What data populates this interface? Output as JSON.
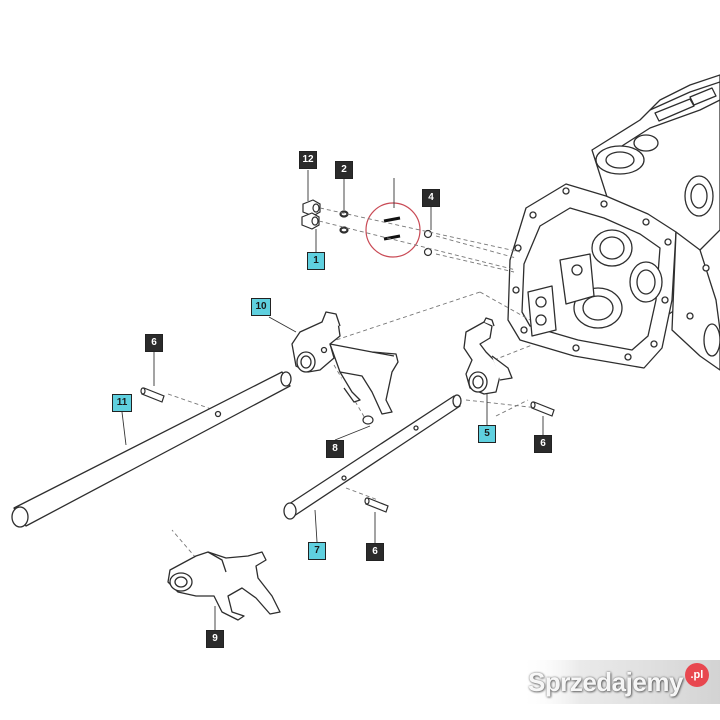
{
  "diagram": {
    "colors": {
      "callout_dark": "#2b2b2b",
      "callout_teal": "#5fd0df",
      "line": "#3a3a3a",
      "highlight_circle": "#c94a55"
    },
    "callouts": {
      "c12": {
        "label": "12",
        "style": "dark"
      },
      "c2": {
        "label": "2",
        "style": "dark"
      },
      "c4": {
        "label": "4",
        "style": "dark"
      },
      "c1": {
        "label": "1",
        "style": "teal"
      },
      "c10": {
        "label": "10",
        "style": "teal"
      },
      "c6a": {
        "label": "6",
        "style": "dark"
      },
      "c11": {
        "label": "11",
        "style": "teal"
      },
      "c8": {
        "label": "8",
        "style": "dark"
      },
      "c5": {
        "label": "5",
        "style": "teal"
      },
      "c6b": {
        "label": "6",
        "style": "dark"
      },
      "c7": {
        "label": "7",
        "style": "teal"
      },
      "c6c": {
        "label": "6",
        "style": "dark"
      },
      "c9": {
        "label": "9",
        "style": "dark"
      }
    }
  },
  "watermark": {
    "text": "Sprzedajemy",
    "badge": ".pl",
    "badge_color": "#e8474f"
  }
}
